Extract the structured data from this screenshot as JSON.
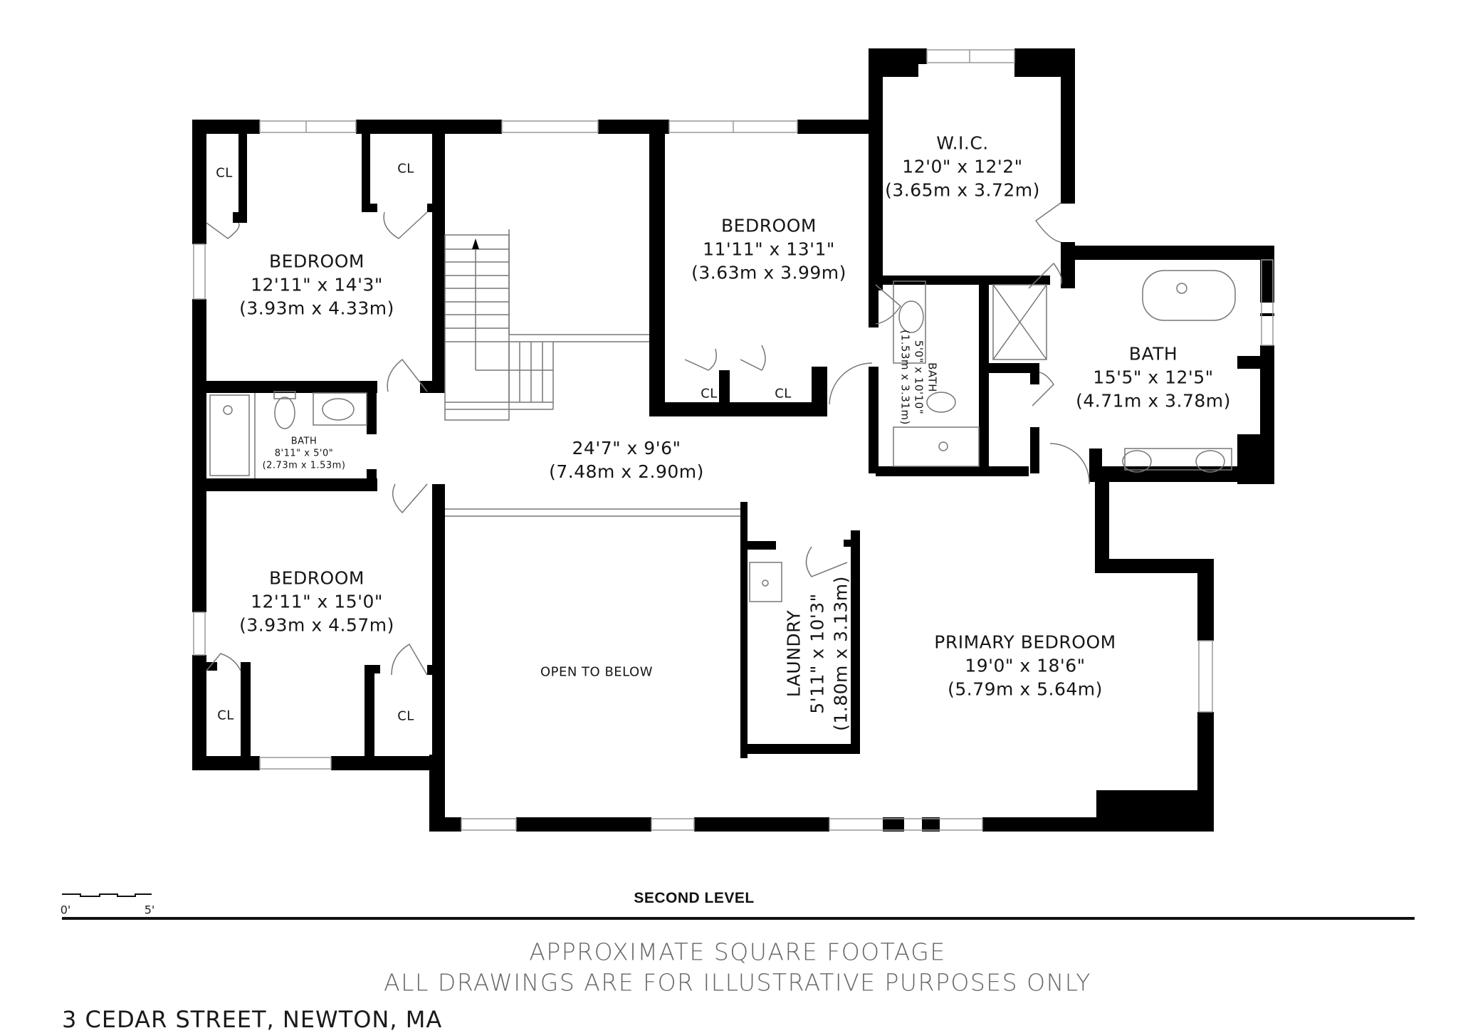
{
  "plan": {
    "level_title": "SECOND LEVEL",
    "wall_color": "#000000",
    "fixture_color": "#888888",
    "rooms": {
      "bedroom_top_left": {
        "name": "BEDROOM",
        "dims_imperial": "12'11\" x 14'3\"",
        "dims_metric": "(3.93m x 4.33m)"
      },
      "bedroom_bottom_left": {
        "name": "BEDROOM",
        "dims_imperial": "12'11\" x 15'0\"",
        "dims_metric": "(3.93m x 4.57m)"
      },
      "bedroom_center": {
        "name": "BEDROOM",
        "dims_imperial": "11'11\" x 13'1\"",
        "dims_metric": "(3.63m x 3.99m)"
      },
      "bath_left": {
        "name": "BATH",
        "dims_imperial": "8'11\" x 5'0\"",
        "dims_metric": "(2.73m x 1.53m)"
      },
      "bath_center": {
        "name": "BATH",
        "dims_imperial": "5'0\" x 10'10\"",
        "dims_metric": "(1.53m x 3.31m)"
      },
      "bath_primary": {
        "name": "BATH",
        "dims_imperial": "15'5\" x 12'5\"",
        "dims_metric": "(4.71m x 3.78m)"
      },
      "wic": {
        "name": "W.I.C.",
        "dims_imperial": "12'0\" x 12'2\"",
        "dims_metric": "(3.65m x 3.72m)"
      },
      "hall": {
        "dims_imperial": "24'7\" x 9'6\"",
        "dims_metric": "(7.48m x 2.90m)"
      },
      "open_to_below": {
        "name": "OPEN TO BELOW"
      },
      "laundry": {
        "name": "LAUNDRY",
        "dims_imperial": "5'11\" x 10'3\"",
        "dims_metric": "(1.80m x 3.13m)"
      },
      "primary_bedroom": {
        "name": "PRIMARY BEDROOM",
        "dims_imperial": "19'0\" x 18'6\"",
        "dims_metric": "(5.79m x 5.64m)"
      }
    },
    "closet_label": "CL"
  },
  "scale": {
    "start": "0'",
    "end": "5'"
  },
  "footer": {
    "line1": "APPROXIMATE SQUARE FOOTAGE",
    "line2": "ALL DRAWINGS ARE FOR ILLUSTRATIVE PURPOSES ONLY",
    "address": "3 CEDAR STREET, NEWTON, MA",
    "text_color": "#666666"
  }
}
